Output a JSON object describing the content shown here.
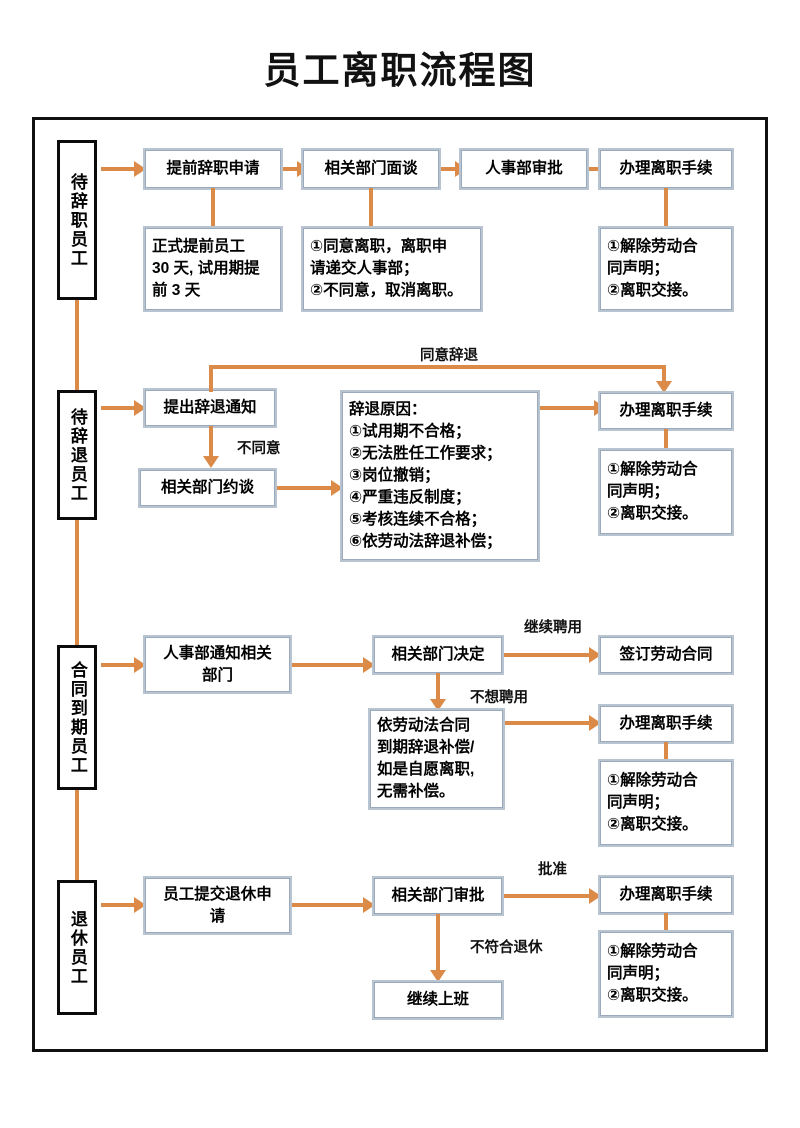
{
  "title": "员工离职流程图",
  "colors": {
    "arrow": "#DB8A47",
    "box_border": "#9aa9bb",
    "frame": "#111111",
    "background": "#ffffff"
  },
  "sections": [
    {
      "id": "resign",
      "category_label": "待辞职员工",
      "steps": [
        {
          "name": "step-apply",
          "text": "提前辞职申请"
        },
        {
          "name": "step-interview",
          "text": "相关部门面谈"
        },
        {
          "name": "step-hr-approval",
          "text": "人事部审批"
        },
        {
          "name": "step-offboarding",
          "text": "办理离职手续"
        }
      ],
      "details": [
        {
          "name": "detail-notice-period",
          "text": "正式提前员工\n30 天, 试用期提\n前 3 天"
        },
        {
          "name": "detail-interview-result",
          "text": "①同意离职，离职申\n请递交人事部；\n②不同意，取消离职。"
        },
        {
          "name": "detail-offboarding-tasks",
          "text": "①解除劳动合\n同声明；\n②离职交接。"
        }
      ],
      "edge_labels": []
    },
    {
      "id": "dismiss",
      "category_label": "待辞退员工",
      "steps": [
        {
          "name": "step-dismiss-notice",
          "text": "提出辞退通知"
        },
        {
          "name": "step-dept-talk",
          "text": "相关部门约谈"
        },
        {
          "name": "step-offboarding",
          "text": "办理离职手续"
        }
      ],
      "details": [
        {
          "name": "detail-dismiss-reasons",
          "text": "辞退原因：\n①试用期不合格；\n②无法胜任工作要求；\n③岗位撤销；\n④严重违反制度；\n⑤考核连续不合格；\n⑥依劳动法辞退补偿；"
        },
        {
          "name": "detail-offboarding-tasks",
          "text": "①解除劳动合\n同声明；\n②离职交接。"
        }
      ],
      "edge_labels": [
        {
          "name": "edge-label-agree-dismiss",
          "text": "同意辞退"
        },
        {
          "name": "edge-label-disagree",
          "text": "不同意"
        }
      ]
    },
    {
      "id": "contract-expiry",
      "category_label": "合同到期员工",
      "steps": [
        {
          "name": "step-hr-notify",
          "text": "人事部通知相关\n部门"
        },
        {
          "name": "step-dept-decision",
          "text": "相关部门决定"
        },
        {
          "name": "step-sign-contract",
          "text": "签订劳动合同"
        },
        {
          "name": "step-offboarding",
          "text": "办理离职手续"
        }
      ],
      "details": [
        {
          "name": "detail-compensation",
          "text": "依劳动法合同\n到期辞退补偿/\n如是自愿离职,\n无需补偿。"
        },
        {
          "name": "detail-offboarding-tasks",
          "text": "①解除劳动合\n同声明；\n②离职交接。"
        }
      ],
      "edge_labels": [
        {
          "name": "edge-label-continue-hire",
          "text": "继续聘用"
        },
        {
          "name": "edge-label-no-hire",
          "text": "不想聘用"
        }
      ]
    },
    {
      "id": "retirement",
      "category_label": "退休员工",
      "steps": [
        {
          "name": "step-retire-apply",
          "text": "员工提交退休申\n请"
        },
        {
          "name": "step-dept-approval",
          "text": "相关部门审批"
        },
        {
          "name": "step-offboarding",
          "text": "办理离职手续"
        },
        {
          "name": "step-keep-working",
          "text": "继续上班"
        }
      ],
      "details": [
        {
          "name": "detail-offboarding-tasks",
          "text": "①解除劳动合\n同声明；\n②离职交接。"
        }
      ],
      "edge_labels": [
        {
          "name": "edge-label-approved",
          "text": "批准"
        },
        {
          "name": "edge-label-not-eligible",
          "text": "不符合退休"
        }
      ]
    }
  ],
  "chart_data": {
    "type": "diagram",
    "title": "员工离职流程图",
    "nodes": [
      "待辞职员工",
      "提前辞职申请",
      "相关部门面谈",
      "人事部审批",
      "办理离职手续",
      "待辞退员工",
      "提出辞退通知",
      "相关部门约谈",
      "合同到期员工",
      "人事部通知相关部门",
      "相关部门决定",
      "签订劳动合同",
      "退休员工",
      "员工提交退休申请",
      "相关部门审批",
      "继续上班"
    ],
    "edges": [
      {
        "from": "待辞职员工",
        "to": "提前辞职申请",
        "label": ""
      },
      {
        "from": "提前辞职申请",
        "to": "相关部门面谈",
        "label": ""
      },
      {
        "from": "相关部门面谈",
        "to": "人事部审批",
        "label": ""
      },
      {
        "from": "人事部审批",
        "to": "办理离职手续",
        "label": ""
      },
      {
        "from": "待辞退员工",
        "to": "提出辞退通知",
        "label": ""
      },
      {
        "from": "提出辞退通知",
        "to": "办理离职手续",
        "label": "同意辞退"
      },
      {
        "from": "提出辞退通知",
        "to": "相关部门约谈",
        "label": "不同意"
      },
      {
        "from": "相关部门约谈",
        "to": "辞退原因",
        "label": ""
      },
      {
        "from": "辞退原因",
        "to": "办理离职手续",
        "label": ""
      },
      {
        "from": "合同到期员工",
        "to": "人事部通知相关部门",
        "label": ""
      },
      {
        "from": "人事部通知相关部门",
        "to": "相关部门决定",
        "label": ""
      },
      {
        "from": "相关部门决定",
        "to": "签订劳动合同",
        "label": "继续聘用"
      },
      {
        "from": "相关部门决定",
        "to": "依劳动法合同到期辞退补偿",
        "label": "不想聘用"
      },
      {
        "from": "依劳动法合同到期辞退补偿",
        "to": "办理离职手续",
        "label": ""
      },
      {
        "from": "退休员工",
        "to": "员工提交退休申请",
        "label": ""
      },
      {
        "from": "员工提交退休申请",
        "to": "相关部门审批",
        "label": ""
      },
      {
        "from": "相关部门审批",
        "to": "办理离职手续",
        "label": "批准"
      },
      {
        "from": "相关部门审批",
        "to": "继续上班",
        "label": "不符合退休"
      }
    ]
  }
}
